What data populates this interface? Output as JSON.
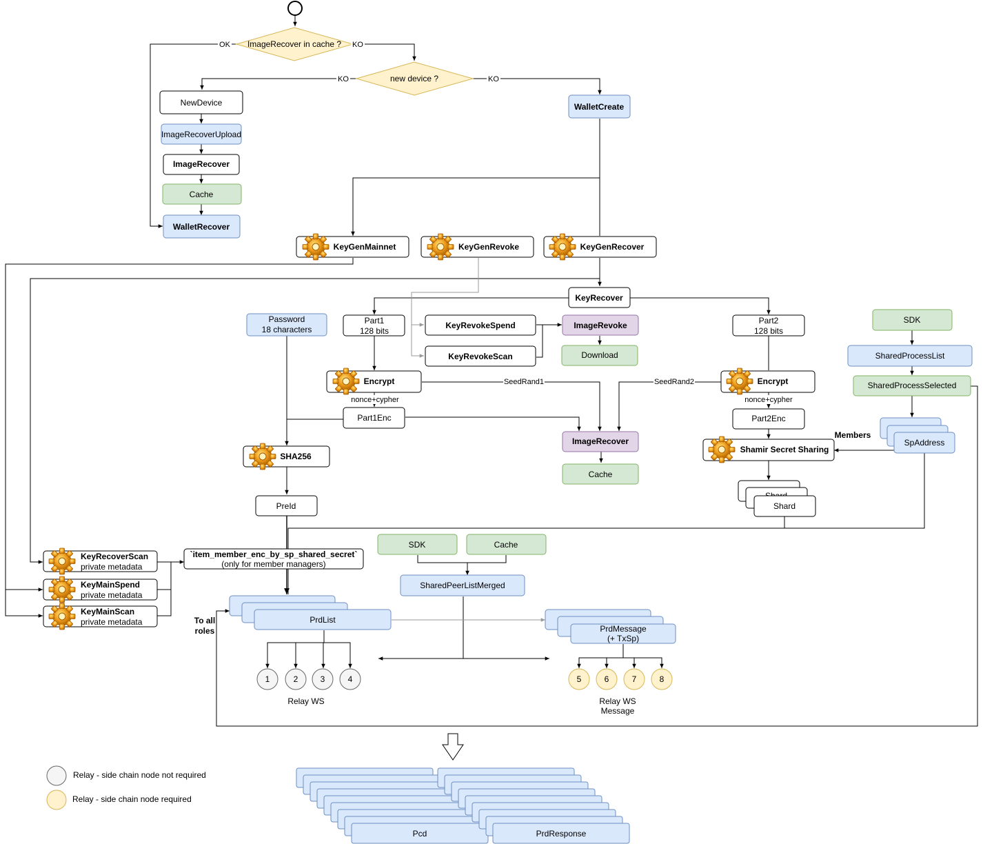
{
  "colors": {
    "blue_fill": "#dae8fc",
    "blue_stroke": "#6c8ebf",
    "green_fill": "#d5e8d4",
    "green_stroke": "#82b366",
    "purple_fill": "#e1d5e7",
    "purple_stroke": "#9673a6",
    "yellow_fill": "#fff2cc",
    "yellow_stroke": "#d6b656",
    "grey_fill": "#f5f5f5",
    "grey_stroke": "#666666",
    "line": "#000000",
    "line_grey": "#999999"
  },
  "decisions": {
    "cache_check": "ImageRecover in cache ?",
    "device_check": "new device ?"
  },
  "edge_labels": {
    "ok": "OK",
    "ko1": "KO",
    "ko2": "KO",
    "ko3": "KO",
    "seed1": "SeedRand1",
    "seed2": "SeedRand2",
    "nonce1": "nonce+cypher",
    "nonce2": "nonce+cypher",
    "members": "Members",
    "to_all_roles_1": "To all",
    "to_all_roles_2": "roles"
  },
  "nodes": {
    "new_device": "NewDevice",
    "image_recover_upload": "ImageRecoverUpload",
    "image_recover_left": "ImageRecover",
    "cache_left": "Cache",
    "wallet_recover": "WalletRecover",
    "wallet_create": "WalletCreate",
    "keygen_mainnet": "KeyGenMainnet",
    "keygen_revoke": "KeyGenRevoke",
    "keygen_recover": "KeyGenRecover",
    "key_recover": "KeyRecover",
    "password_1": "Password",
    "password_2": "18 characters",
    "part1_1": "Part1",
    "part1_2": "128 bits",
    "part2_1": "Part2",
    "part2_2": "128 bits",
    "key_revoke_spend": "KeyRevokeSpend",
    "key_revoke_scan": "KeyRevokeScan",
    "image_revoke": "ImageRevoke",
    "download": "Download",
    "encrypt1": "Encrypt",
    "encrypt2": "Encrypt",
    "part1enc": "Part1Enc",
    "part2enc": "Part2Enc",
    "image_recover_mid": "ImageRecover",
    "cache_mid": "Cache",
    "sha256": "SHA256",
    "preid": "PreId",
    "shamir": "Shamir Secret Sharing",
    "shard_back": "Shard",
    "shard": "Shard",
    "sdk_right": "SDK",
    "shared_process_list": "SharedProcessList",
    "shared_process_selected": "SharedProcessSelected",
    "sp_address": "SpAddress",
    "key_recover_scan": "KeyRecoverScan",
    "key_recover_scan_sub": "private metadata",
    "key_main_spend": "KeyMainSpend",
    "key_main_spend_sub": "private metadata",
    "key_main_scan": "KeyMainScan",
    "key_main_scan_sub": "private metadata",
    "item_member_1": "`item_member_enc_by_sp_shared_secret`",
    "item_member_2": "(only for member managers)",
    "sdk_mid": "SDK",
    "cache_low": "Cache",
    "shared_peer_list_merged": "SharedPeerListMerged",
    "prd_list": "PrdList",
    "prd_message_1": "PrdMessage",
    "prd_message_2": "(+ TxSp)",
    "relay_ws": "Relay WS",
    "relay_ws_msg_1": "Relay WS",
    "relay_ws_msg_2": "Message",
    "pcd": "Pcd",
    "prd_response": "PrdResponse"
  },
  "relays_left": [
    "1",
    "2",
    "3",
    "4"
  ],
  "relays_right": [
    "5",
    "6",
    "7",
    "8"
  ],
  "legend": {
    "grey": "Relay - side chain node not required",
    "yellow": "Relay - side chain node required"
  },
  "icons": {
    "gear": "gear-icon",
    "start": "start-circle-icon",
    "down_arrow": "down-arrow-icon"
  }
}
